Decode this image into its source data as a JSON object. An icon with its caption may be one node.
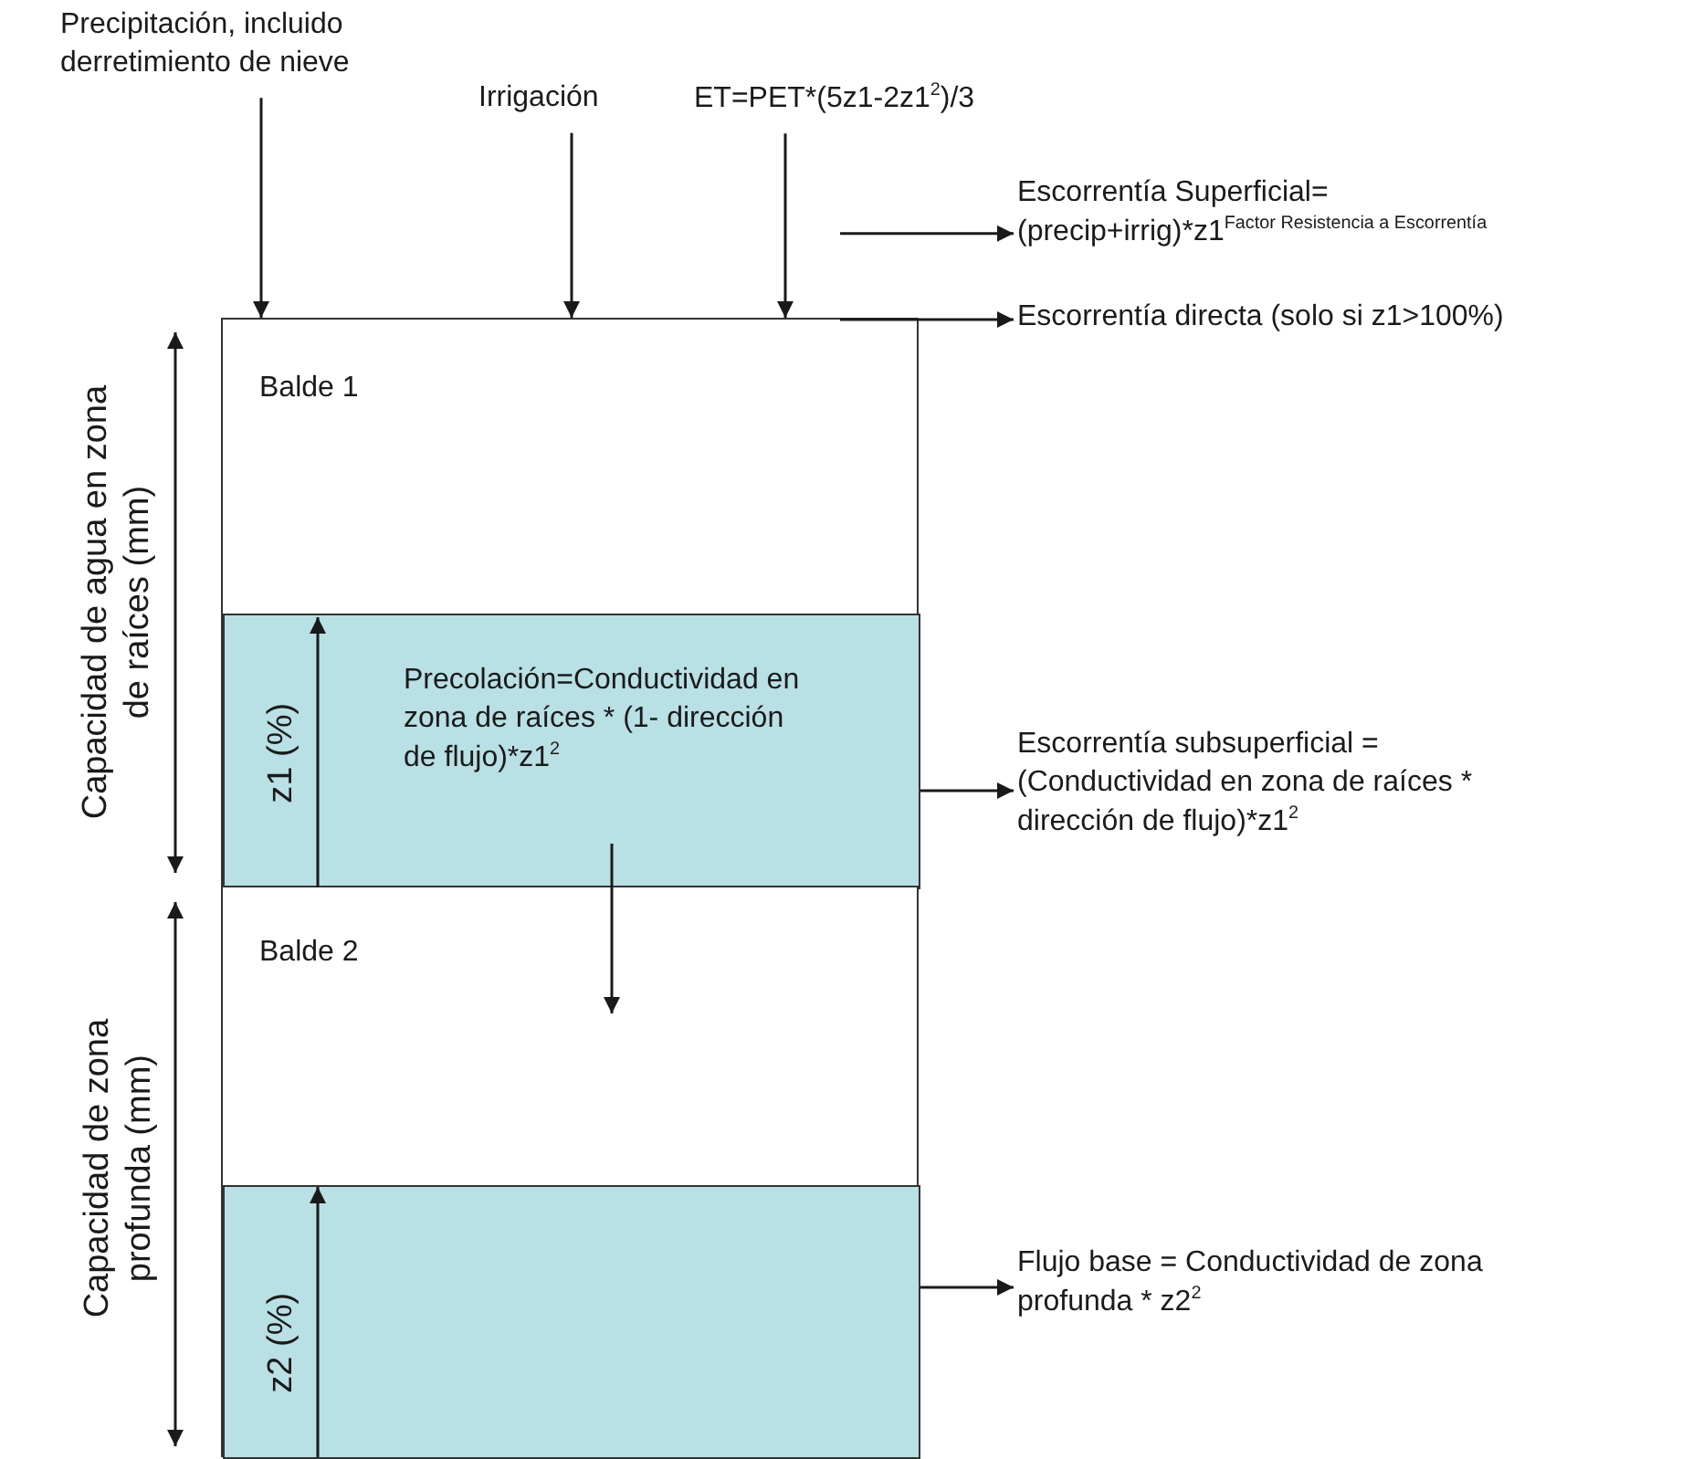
{
  "diagram": {
    "nodes": [
      {
        "text": [
          "Precipitación, incluido derretimiento de nieve"
        ]
      },
      {
        "text": [
          "Irrigación"
        ]
      },
      {
        "text": [
          "ET=PET*(5z1-2z1$^{2}$)/3"
        ]
      },
      {
        "text": [
          "Escorrentía Superficial= (precip+irrig)*z1$^{Factor Resistencia a Escorrentía}$"
        ]
      },
      {
        "text": [
          "Escorrentía directa (solo si z1>100%)"
        ]
      },
      {
        "text": [
          "Balde 1"
        ]
      },
      {
        "text": [
          "Precolación=Conductividad en zona de raíces * (1- dirección de flujo)*z1$^{2}$"
        ],
        "in": 5
      },
      {
        "text": [
          "Escorrentía subsuperficial = (Conductividad en zona de raíces * dirección de flujo)*z1$^{2}$"
        ]
      },
      {
        "text": [
          "Balde 2"
        ]
      },
      {
        "text": [],
        "shape": "box",
        "in": 8
      },
      {
        "text": [
          "Flujo base = Conductividad de zona profunda * z2$^{2}$"
        ]
      }
    ],
    "edges": [
      {
        "from": 0,
        "to": 5,
        "arrow": "to"
      },
      {
        "from": 1,
        "to": 5,
        "arrow": "to"
      },
      {
        "from": 2,
        "to": 5,
        "arrow": "to"
      },
      {
        "from": null,
        "to": 3,
        "arrow": "to"
      },
      {
        "from": 5,
        "to": 4,
        "arrow": "to"
      },
      {
        "from": 6,
        "to": 8,
        "arrow": "to"
      },
      {
        "from": 6,
        "to": 7,
        "arrow": "to"
      },
      {
        "from": 9,
        "to": 10,
        "arrow": "to"
      }
    ],
    "labels": [
      "Capacidad de agua en zona de raíces (mm)",
      "z1 (%)",
      "Capacidad de zona profunda (mm)",
      "z2 (%)"
    ]
  }
}
